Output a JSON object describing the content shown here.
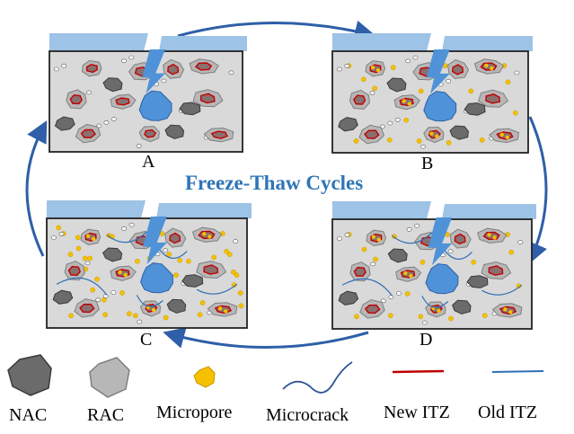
{
  "title": "Freeze-Thaw Cycles",
  "panels": [
    {
      "id": "A",
      "label": "A"
    },
    {
      "id": "B",
      "label": "B"
    },
    {
      "id": "C",
      "label": "C"
    },
    {
      "id": "D",
      "label": "D"
    }
  ],
  "legend": {
    "nac": "NAC",
    "rac": "RAC",
    "micropore": "Micropore",
    "microcrack": "Microcrack",
    "new_itz": "New ITZ",
    "old_itz": "Old ITZ"
  },
  "colors": {
    "concrete": "#d9d9d9",
    "water": "#9dc3e6",
    "ice": "#4f92d8",
    "arrow": "#2e5fa8",
    "nac": "#6b6b6b",
    "rac": "#b7b7b7",
    "micropore": "#f5c000",
    "new_itz": "#c00000",
    "old_itz": "#2f6fb5",
    "title": "#2e75b6"
  }
}
